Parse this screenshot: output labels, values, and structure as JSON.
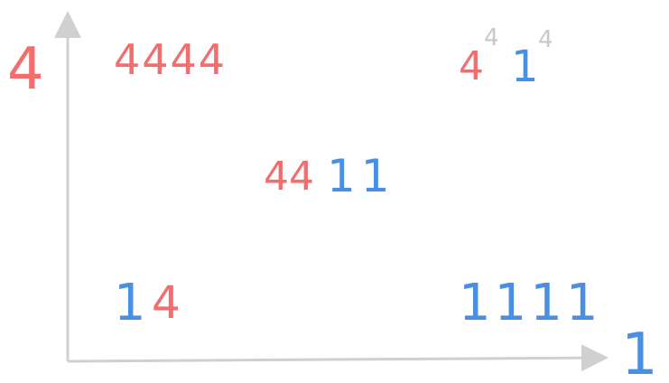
{
  "colors": {
    "four": "#f26d6d",
    "one": "#4a90e2",
    "axis": "#d0d0d0",
    "exponent": "#c8c8c8"
  },
  "axes": {
    "y_label": "4",
    "x_label": "1"
  },
  "cells": {
    "top_left": {
      "text": "4444"
    },
    "center": {
      "four_part": "44",
      "one_part": "11"
    },
    "bottom_left": {
      "one_part": "1",
      "four_part": "4"
    },
    "bottom_right": {
      "text": "1111"
    },
    "top_right": {
      "base_four": "4",
      "exp_four": "4",
      "base_one": "1",
      "exp_one": "4"
    }
  }
}
